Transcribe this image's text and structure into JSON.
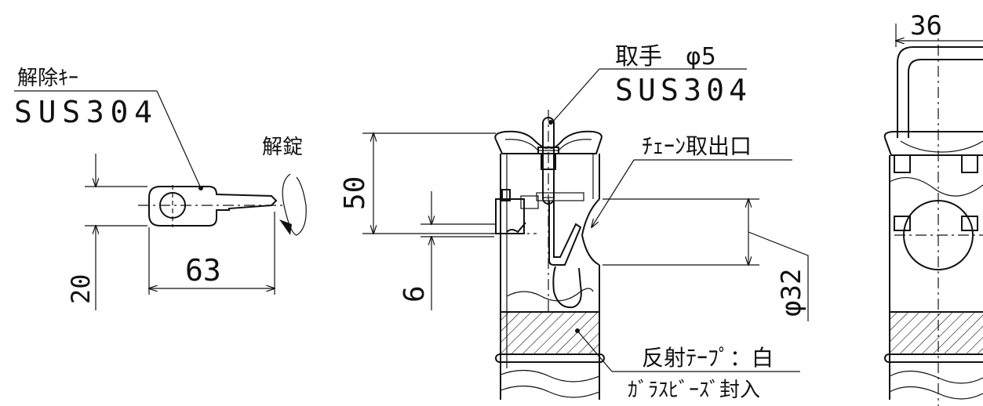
{
  "labels": {
    "key_name": "解除ｷｰ",
    "key_material": "SUS304",
    "unlock": "解錠",
    "handle": "取手　φ5",
    "handle_material": "SUS304",
    "chain_outlet": "ﾁｪｰﾝ取出口",
    "reflective_tape": "反射ﾃｰﾌﾟ：白",
    "glass_beads": "ｶﾞﾗｽﾋﾞｰｽﾞ封入"
  },
  "dimensions": {
    "key_height": "20",
    "key_length": "63",
    "depth_50": "50",
    "depth_6": "6",
    "dia_32": "φ32",
    "width_36": "36"
  }
}
